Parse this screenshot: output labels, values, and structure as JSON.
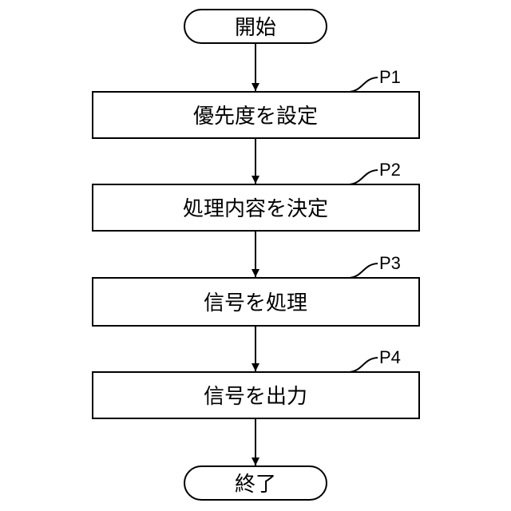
{
  "flowchart": {
    "start": {
      "label": "開始"
    },
    "steps": [
      {
        "id": "P1",
        "label": "優先度を設定"
      },
      {
        "id": "P2",
        "label": "処理内容を決定"
      },
      {
        "id": "P3",
        "label": "信号を処理"
      },
      {
        "id": "P4",
        "label": "信号を出力"
      }
    ],
    "end": {
      "label": "終了"
    }
  },
  "colors": {
    "line": "#000000",
    "fill": "#ffffff",
    "background": "#ffffff"
  }
}
